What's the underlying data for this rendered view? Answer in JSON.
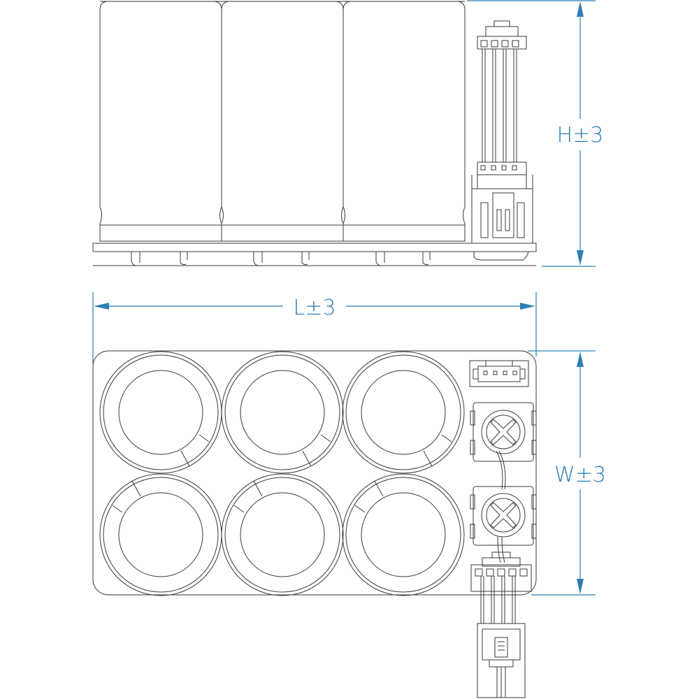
{
  "dimensions": {
    "height_label": "H±3",
    "length_label": "L±3",
    "width_label": "W±3"
  },
  "colors": {
    "line": "#3a3a3a",
    "dimension": "#2a7fb5",
    "background": "#ffffff"
  },
  "views": [
    "side-view",
    "top-view"
  ],
  "capacitor_count": 6,
  "terminal_count": 2,
  "connector_pins": 4
}
